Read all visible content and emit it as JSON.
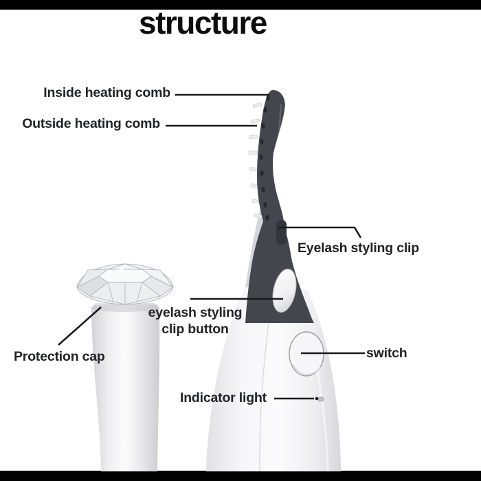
{
  "header": {
    "title": "structure"
  },
  "frame": {
    "background": "#ffffff",
    "top_bar_color": "#000000",
    "bottom_bar_color": "#000000"
  },
  "labels": {
    "inside_heating_comb": "Inside heating comb",
    "outside_heating_comb": "Outside heating comb",
    "eyelash_styling_clip": "Eyelash styling clip",
    "eyelash_styling_clip_button": "eyelash styling clip button",
    "protection_cap": "Protection cap",
    "switch": "switch",
    "indicator_light": "Indicator light"
  },
  "colors": {
    "title_text": "#0d0d0d",
    "label_text": "#222326",
    "leader_line": "#1a1a1a",
    "clip_dark": "#45454e",
    "comb_bump_dark": "#23232b",
    "device_body_light": "#f4f4f6",
    "cap_body_light": "#e9e9ec",
    "outline_gray": "#b6b6bc"
  }
}
